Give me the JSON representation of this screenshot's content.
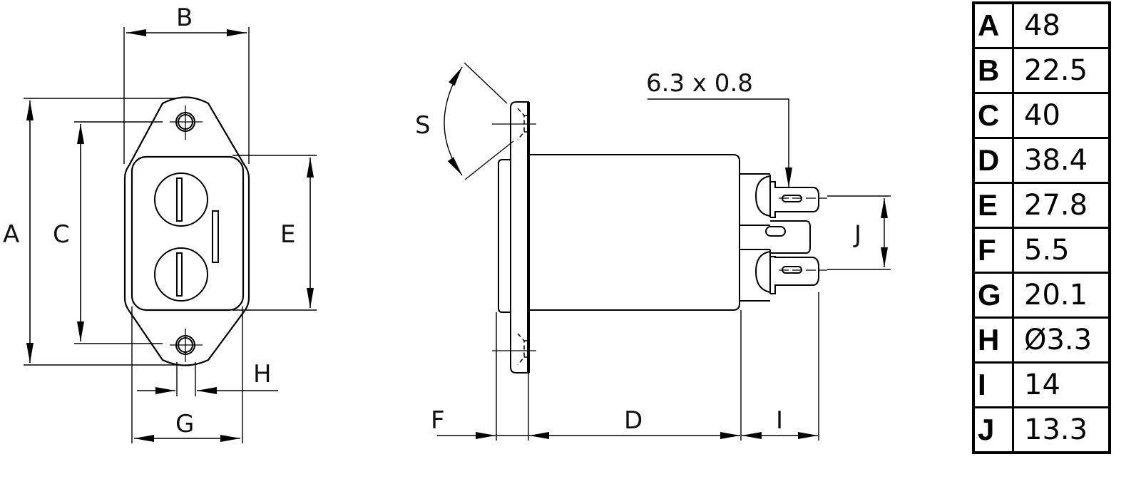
{
  "drawing": {
    "front_view": {
      "labels": {
        "A": "A",
        "B": "B",
        "C": "C",
        "E": "E",
        "G": "G",
        "H": "H"
      }
    },
    "side_view": {
      "labels": {
        "S": "S",
        "D": "D",
        "F": "F",
        "I": "I",
        "J": "J"
      },
      "terminal_callout": "6.3 x 0.8"
    }
  },
  "dimension_table": {
    "rows": [
      {
        "key": "A",
        "value": "48"
      },
      {
        "key": "B",
        "value": "22.5"
      },
      {
        "key": "C",
        "value": "40"
      },
      {
        "key": "D",
        "value": "38.4"
      },
      {
        "key": "E",
        "value": "27.8"
      },
      {
        "key": "F",
        "value": "5.5"
      },
      {
        "key": "G",
        "value": "20.1"
      },
      {
        "key": "H",
        "value": "Ø3.3"
      },
      {
        "key": "I",
        "value": "14"
      },
      {
        "key": "J",
        "value": "13.3"
      }
    ]
  }
}
